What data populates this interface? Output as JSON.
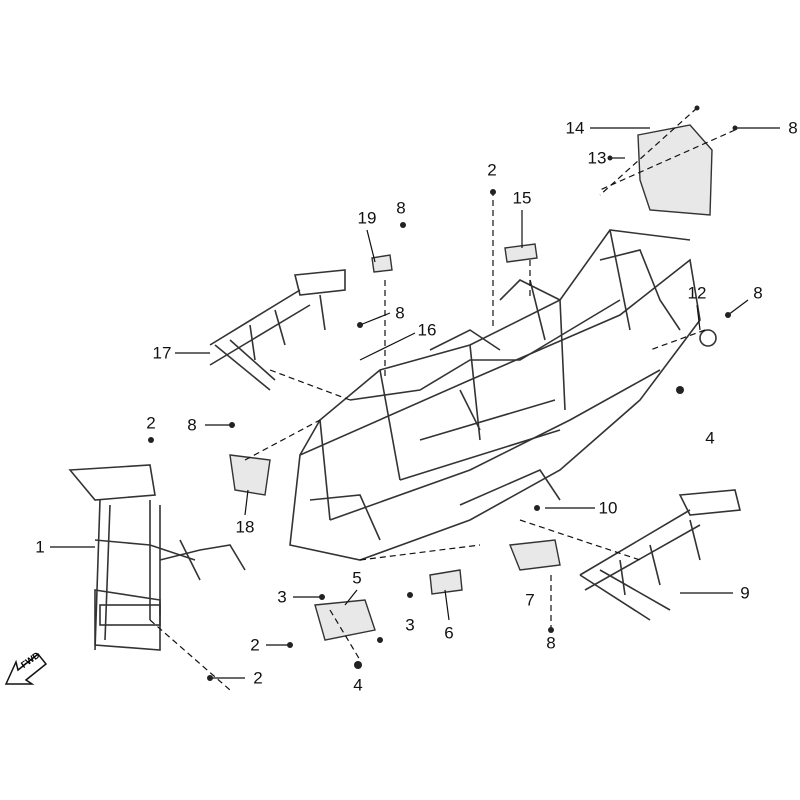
{
  "diagram": {
    "title": "Frame exploded parts diagram",
    "direction_label": "FWD",
    "callouts": [
      "14",
      "8",
      "13",
      "2",
      "15",
      "19",
      "8",
      "12",
      "8",
      "8",
      "16",
      "17",
      "2",
      "8",
      "4",
      "18",
      "10",
      "1",
      "5",
      "3",
      "3",
      "6",
      "7",
      "9",
      "8",
      "2",
      "4",
      "2"
    ]
  }
}
